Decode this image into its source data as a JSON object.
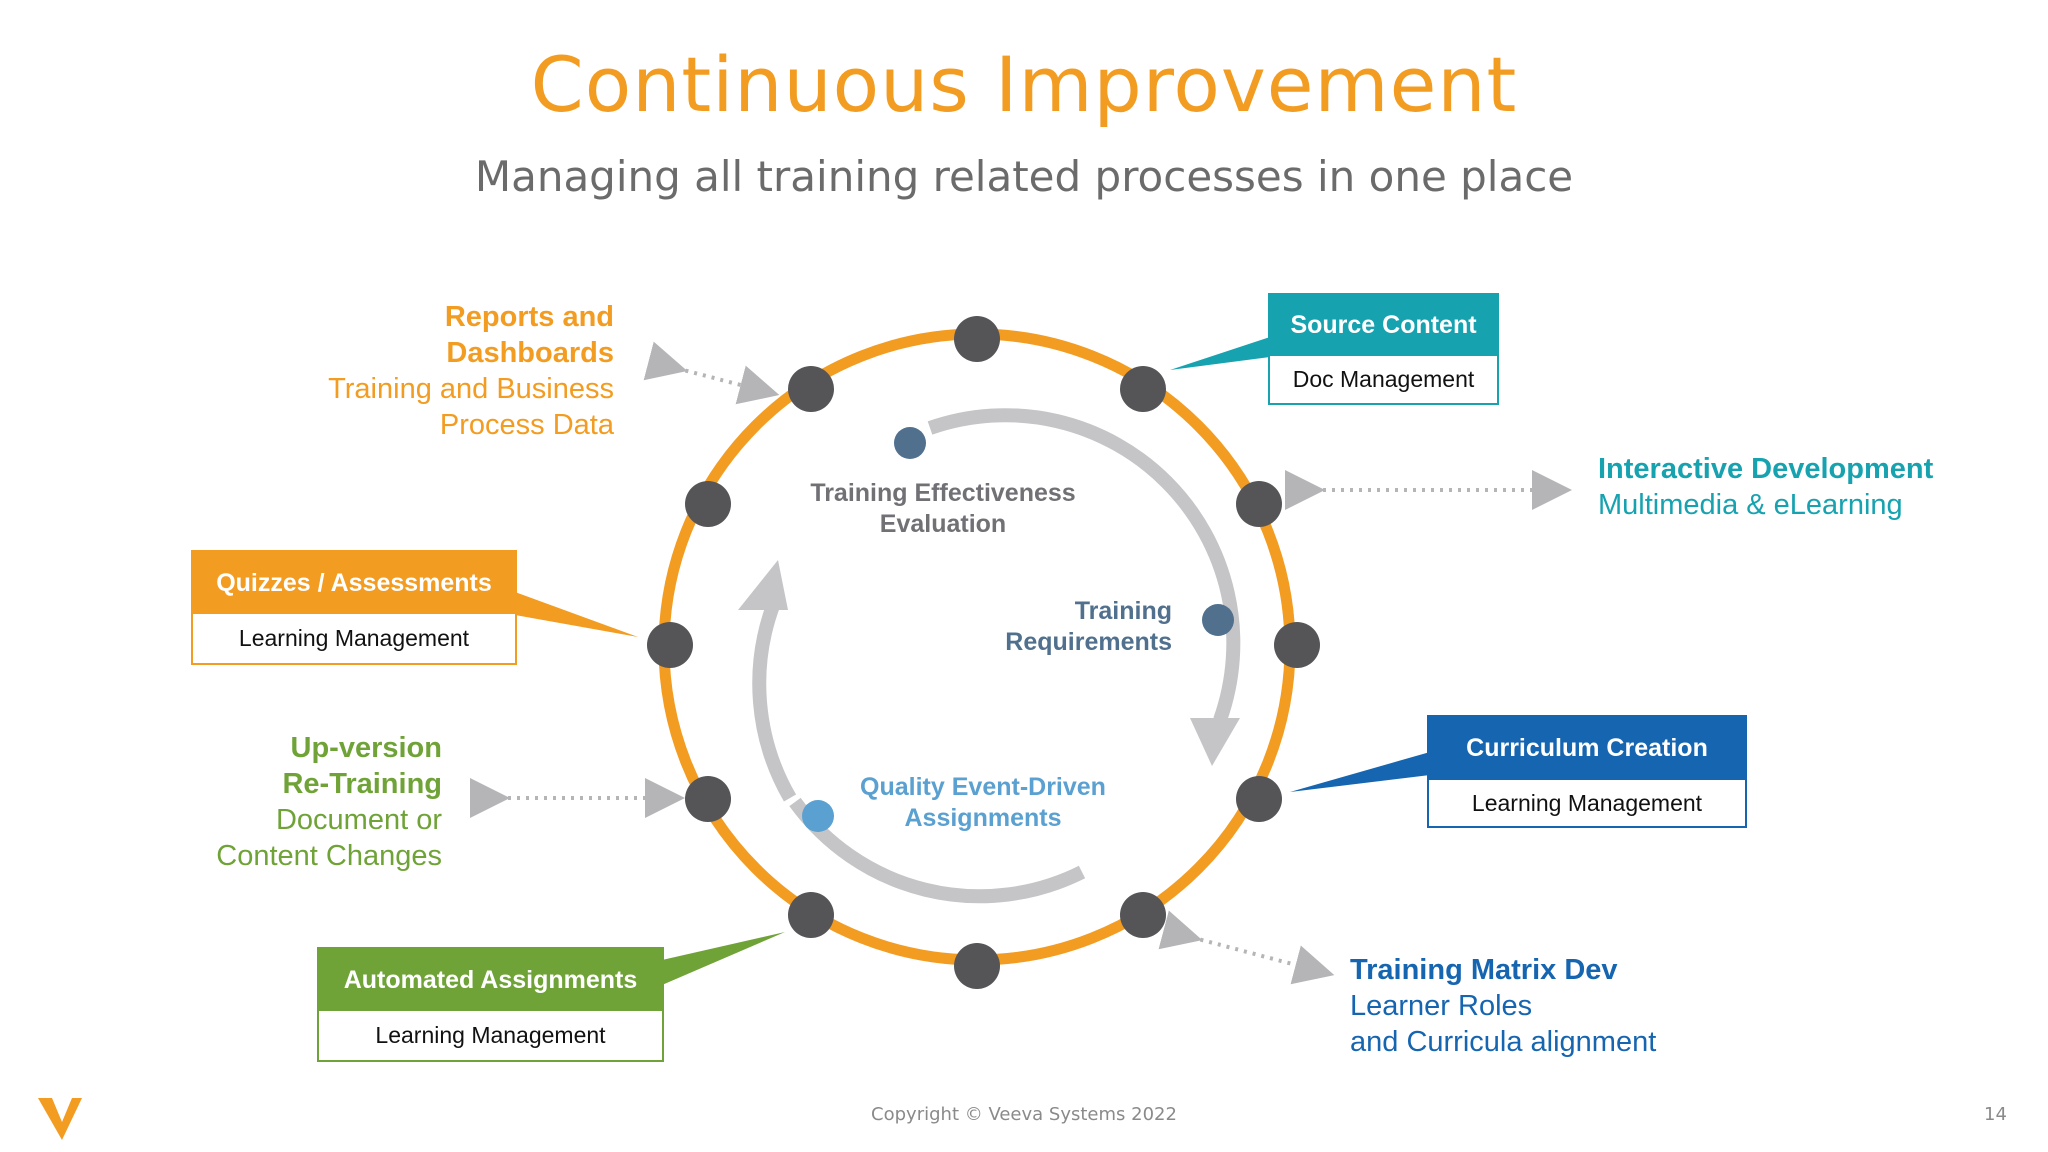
{
  "slide": {
    "title": "Continuous Improvement",
    "subtitle": "Managing all training related processes in one place",
    "copyright": "Copyright © Veeva Systems 2022",
    "page_number": "14"
  },
  "colors": {
    "orange": "#F39C22",
    "teal": "#17A2B0",
    "blue": "#1665B0",
    "green": "#70A337",
    "ring_orange": "#F39C22",
    "node_gray": "#555558",
    "arrow_gray": "#C5C5C8",
    "inner_text_gray": "#707075",
    "inner_text_slate": "#50708E",
    "inner_text_lightblue": "#5AA0D0"
  },
  "labels": {
    "reports": {
      "title_lines": [
        "Reports and",
        "Dashboards"
      ],
      "body_lines": [
        "Training and Business",
        "Process Data"
      ]
    },
    "interactive": {
      "title": "Interactive Development",
      "body": "Multimedia & eLearning"
    },
    "upversion": {
      "title_lines": [
        "Up-version",
        "Re-Training"
      ],
      "body_lines": [
        "Document or",
        "Content Changes"
      ]
    },
    "matrix": {
      "title": "Training Matrix Dev",
      "body_lines": [
        "Learner Roles",
        "and Curricula alignment"
      ]
    }
  },
  "boxes": {
    "source": {
      "header": "Source Content",
      "body": "Doc Management"
    },
    "quizzes": {
      "header": "Quizzes / Assessments",
      "body": "Learning Management"
    },
    "curriculum": {
      "header": "Curriculum Creation",
      "body": "Learning Management"
    },
    "automated": {
      "header": "Automated Assignments",
      "body": "Learning Management"
    }
  },
  "inner_cycle": {
    "effectiveness": [
      "Training Effectiveness",
      "Evaluation"
    ],
    "requirements": [
      "Training",
      "Requirements"
    ],
    "quality": [
      "Quality Event-Driven",
      "Assignments"
    ]
  }
}
